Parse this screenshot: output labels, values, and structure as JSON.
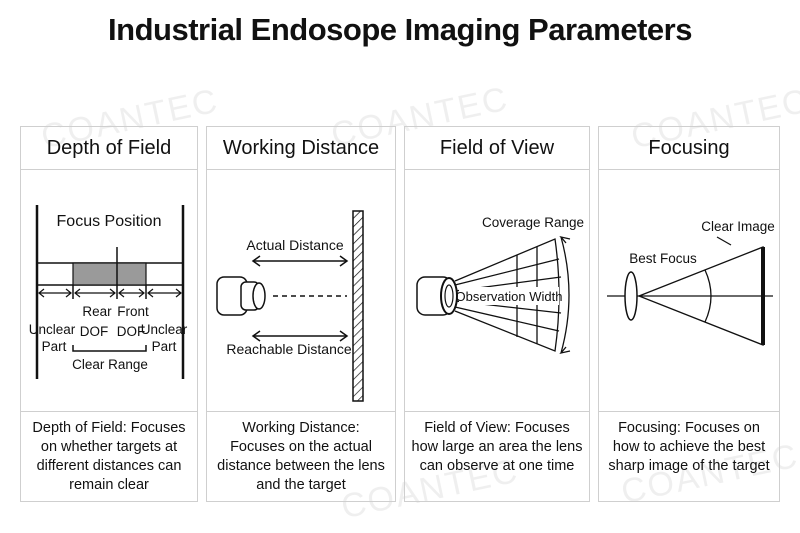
{
  "title": "Industrial Endosope Imaging Parameters",
  "watermark": "COANTEC",
  "panels": [
    {
      "heading": "Depth of Field",
      "caption": [
        "Depth of Field: Focuses",
        "on whether targets at",
        "different distances can",
        "remain clear"
      ],
      "labels": {
        "focus_position": "Focus Position",
        "rear": "Rear",
        "front": "Front",
        "dof1": "DOF",
        "dof2": "DOF",
        "unclear_left_1": "Unclear",
        "unclear_left_2": "Part",
        "unclear_right_1": "Unclear",
        "unclear_right_2": "Part",
        "clear_range": "Clear Range"
      }
    },
    {
      "heading": "Working Distance",
      "caption": [
        "Working Distance:",
        "Focuses on the actual",
        "distance between the lens",
        "and the target"
      ],
      "labels": {
        "actual_distance": "Actual Distance",
        "reachable_distance": "Reachable Distance"
      }
    },
    {
      "heading": "Field of View",
      "caption": [
        "Field of View: Focuses",
        "how large an area the lens",
        "can observe at one time"
      ],
      "labels": {
        "coverage_range": "Coverage Range",
        "observation_width": "Observation Width"
      }
    },
    {
      "heading": "Focusing",
      "caption": [
        "Focusing: Focuses on",
        "how to achieve the best",
        "sharp image of the target"
      ],
      "labels": {
        "best_focus": "Best Focus",
        "clear_image": "Clear Image"
      }
    }
  ]
}
